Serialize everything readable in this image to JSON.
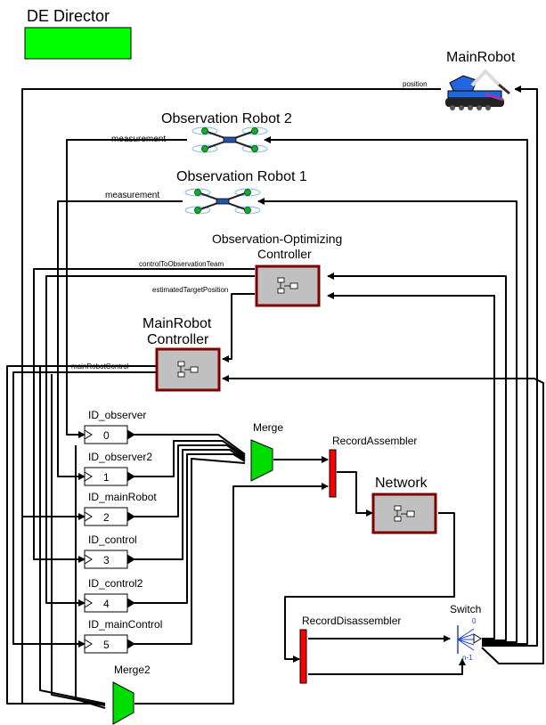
{
  "director": {
    "label": "DE Director",
    "color": "#00ff00"
  },
  "actors": {
    "main_robot": "MainRobot",
    "obs_robot_2": "Observation Robot 2",
    "obs_robot_1": "Observation Robot 1",
    "optimizer_line1": "Observation-Optimizing",
    "optimizer_line2": "Controller",
    "mr_controller_line1": "MainRobot",
    "mr_controller_line2": "Controller",
    "merge": "Merge",
    "merge2": "Merge2",
    "record_assembler": "RecordAssembler",
    "network": "Network",
    "record_disassembler": "RecordDisassembler",
    "switch": "Switch"
  },
  "ports": {
    "position": "position",
    "measurement_2": "measurement",
    "measurement_1": "measurement",
    "control_to_team": "controlToObservationTeam",
    "estimated_target": "estimatedTargetPosition",
    "main_robot_control": "mainRobotControl",
    "switch_top": "0",
    "switch_bottom": "n-1"
  },
  "ids": [
    {
      "name": "ID_observer",
      "value": "0"
    },
    {
      "name": "ID_observer2",
      "value": "1"
    },
    {
      "name": "ID_mainRobot",
      "value": "2"
    },
    {
      "name": "ID_control",
      "value": "3"
    },
    {
      "name": "ID_control2",
      "value": "4"
    },
    {
      "name": "ID_mainControl",
      "value": "5"
    }
  ],
  "colors": {
    "merge_fill": "#00dd00",
    "composite_fill": "#c0c0c0",
    "composite_border": "#800000",
    "assembler_fill": "#ff0000"
  },
  "icons": {
    "main_robot": "robot-arm-icon",
    "drone": "quadcopter-drone-icon",
    "composite": "composite-actor-icon"
  }
}
